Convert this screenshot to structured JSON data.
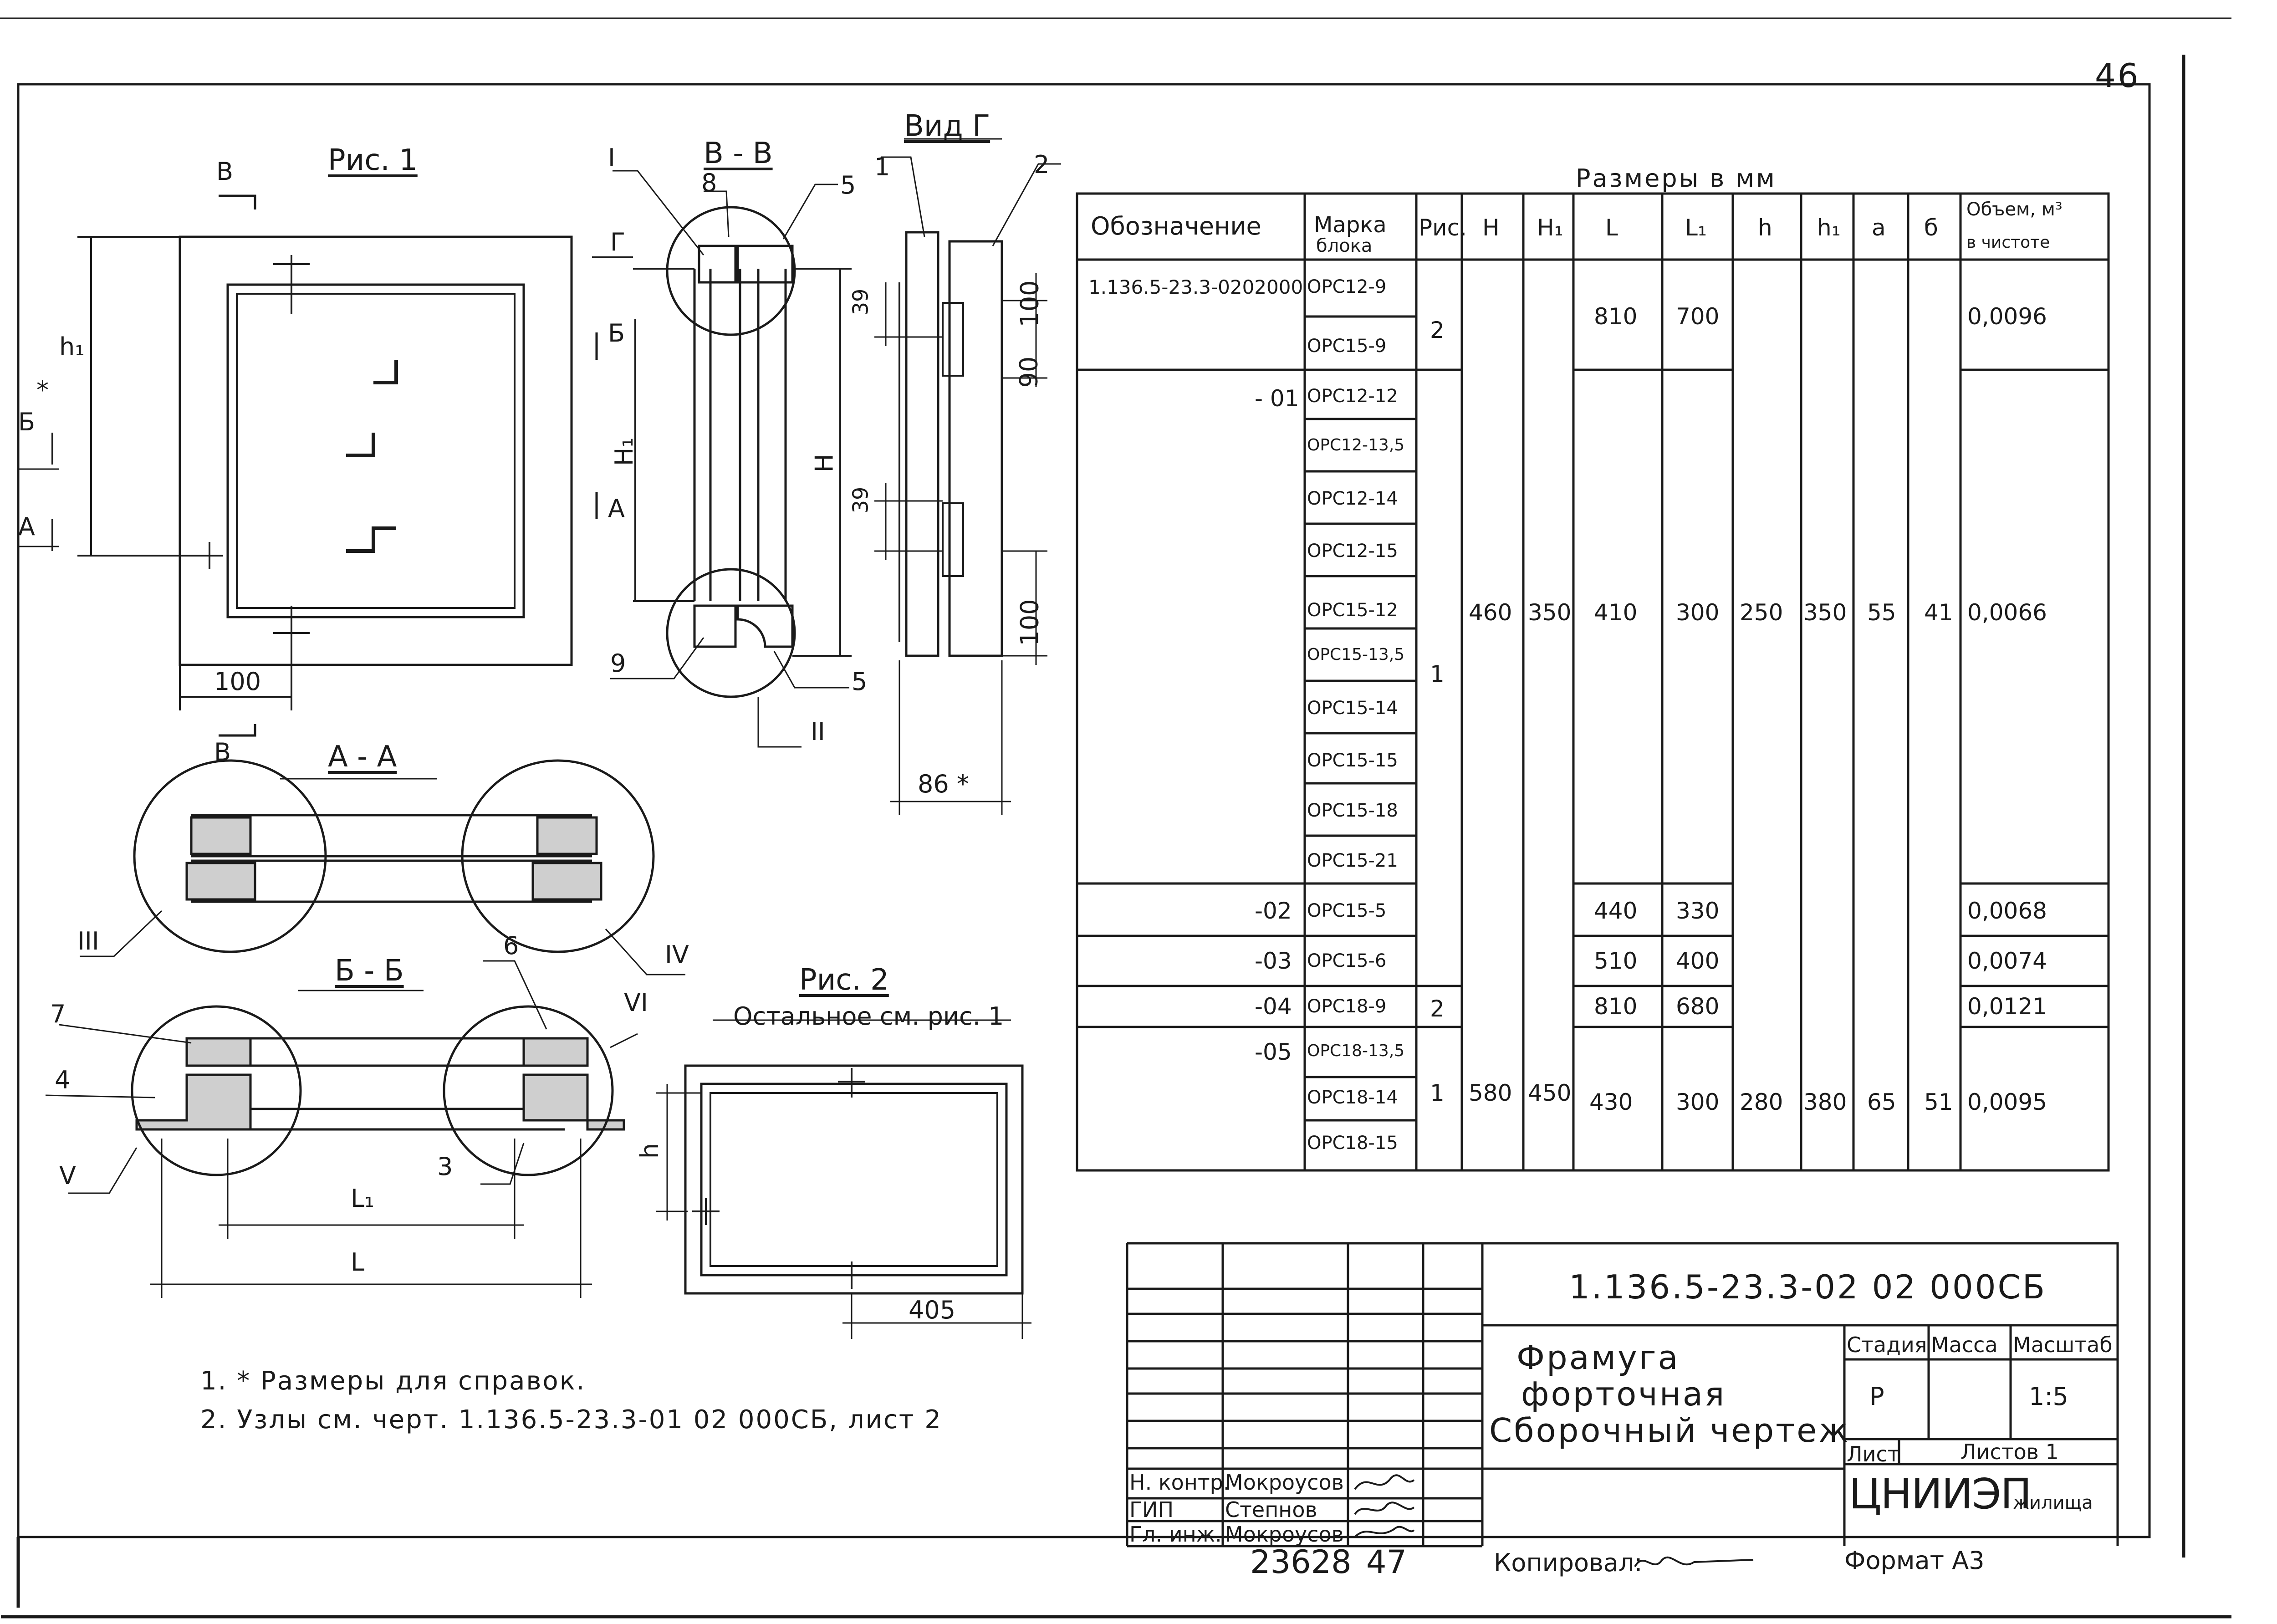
{
  "page_number": "46",
  "fig1": {
    "title": "Рис. 1",
    "section_mark": "В",
    "view_mark": "Г",
    "labels": {
      "h1": "h₁",
      "b": "Б",
      "a": "А",
      "b_star": "*"
    },
    "dims": {
      "d100": "100"
    }
  },
  "section_bb_top": {
    "title": "В - В",
    "callouts": {
      "c1": "I",
      "c2": "II",
      "c8": "8",
      "c5a": "5",
      "c9": "9",
      "c5b": "5"
    },
    "labels": {
      "b": "Б",
      "a": "А",
      "H1": "H₁",
      "H": "H"
    }
  },
  "view_g": {
    "title": "Вид Г",
    "callouts": {
      "c1": "1",
      "c2": "2"
    },
    "dims": {
      "d39a": "39",
      "d100a": "100",
      "d90": "90",
      "d39b": "39",
      "d100b": "100",
      "d86": "86 *"
    }
  },
  "section_aa": {
    "title": "А - А",
    "callouts": {
      "c3": "III",
      "c4": "IV"
    }
  },
  "section_bb": {
    "title": "Б - Б",
    "callouts": {
      "c6": "6",
      "c6r": "VI",
      "c7": "7",
      "c4": "4",
      "c5r": "V",
      "c3": "3"
    },
    "dims": {
      "L1": "L₁",
      "L": "L"
    }
  },
  "fig2": {
    "title": "Рис. 2",
    "subtitle": "Остальное см. рис. 1",
    "labels": {
      "h": "h"
    },
    "dims": {
      "d405": "405"
    }
  },
  "notes": [
    "1. * Размеры для справок.",
    "2.  Узлы см. черт. 1.136.5-23.3-01 02 000СБ, лист 2"
  ],
  "table": {
    "caption": "Размеры в мм",
    "headers": {
      "designation": "Обозначение",
      "mark1": "Марка",
      "mark2": "блока",
      "fig": "Рис.",
      "H": "H",
      "H1": "H₁",
      "L": "L",
      "L1": "L₁",
      "h": "h",
      "h1": "h₁",
      "a": "a",
      "b": "б",
      "vol1": "Объем, м³",
      "vol2": "в чистоте"
    },
    "designations": {
      "d0": "1.136.5-23.3-0202000",
      "d1": "- 01",
      "d2": "-02",
      "d3": "-03",
      "d4": "-04",
      "d5": "-05"
    },
    "marks": [
      "ОРС12-9",
      "ОРС15-9",
      "ОРС12-12",
      "ОРС12-13,5",
      "ОРС12-14",
      "ОРС12-15",
      "ОРС15-12",
      "ОРС15-13,5",
      "ОРС15-14",
      "ОРС15-15",
      "ОРС15-18",
      "ОРС15-21",
      "ОРС15-5",
      "ОРС15-6",
      "ОРС18-9",
      "ОРС18-13,5",
      "ОРС18-14",
      "ОРС18-15"
    ],
    "fig_values": {
      "f1": "2",
      "f2": "1",
      "f3": "2",
      "f4": "1"
    },
    "H_values": {
      "v1": "460",
      "v2": "580"
    },
    "H1_values": {
      "v1": "350",
      "v2": "450"
    },
    "L_values": {
      "v1": "810",
      "v2": "410",
      "v3": "440",
      "v4": "510",
      "v5": "810",
      "v6": "430"
    },
    "L1_values": {
      "v1": "700",
      "v2": "300",
      "v3": "330",
      "v4": "400",
      "v5": "680",
      "v6": "300"
    },
    "h_values": {
      "v1": "250",
      "v2": "280"
    },
    "h1_values": {
      "v1": "350",
      "v2": "380"
    },
    "a_values": {
      "v1": "55",
      "v2": "65"
    },
    "b_values": {
      "v1": "41",
      "v2": "51"
    },
    "vol_values": {
      "v1": "0,0096",
      "v2": "0,0066",
      "v3": "0,0068",
      "v4": "0,0074",
      "v5": "0,0121",
      "v6": "0,0095"
    }
  },
  "title_block": {
    "doc_number": "1.136.5-23.3-02 02 000СБ",
    "title1": "Фрамуга",
    "title2": "форточная",
    "title3": "Сборочный чертеж",
    "stage_header": "Стадия",
    "mass_header": "Масса",
    "scale_header": "Масштаб",
    "stage": "Р",
    "scale": "1:5",
    "sheet_label": "Лист",
    "sheets_label": "Листов 1",
    "org": "ЦНИИЭП",
    "org_suffix": "жилища",
    "roles": [
      {
        "role": "Н. контр.",
        "name": "Мокроусов"
      },
      {
        "role": "ГИП",
        "name": "Степнов"
      },
      {
        "role": "Гл. инж.",
        "name": "Мокроусов"
      }
    ],
    "inv_number": "23628",
    "inv_sheet": "47",
    "copied_label": "Копировал:",
    "format_label": "Формат А3"
  }
}
